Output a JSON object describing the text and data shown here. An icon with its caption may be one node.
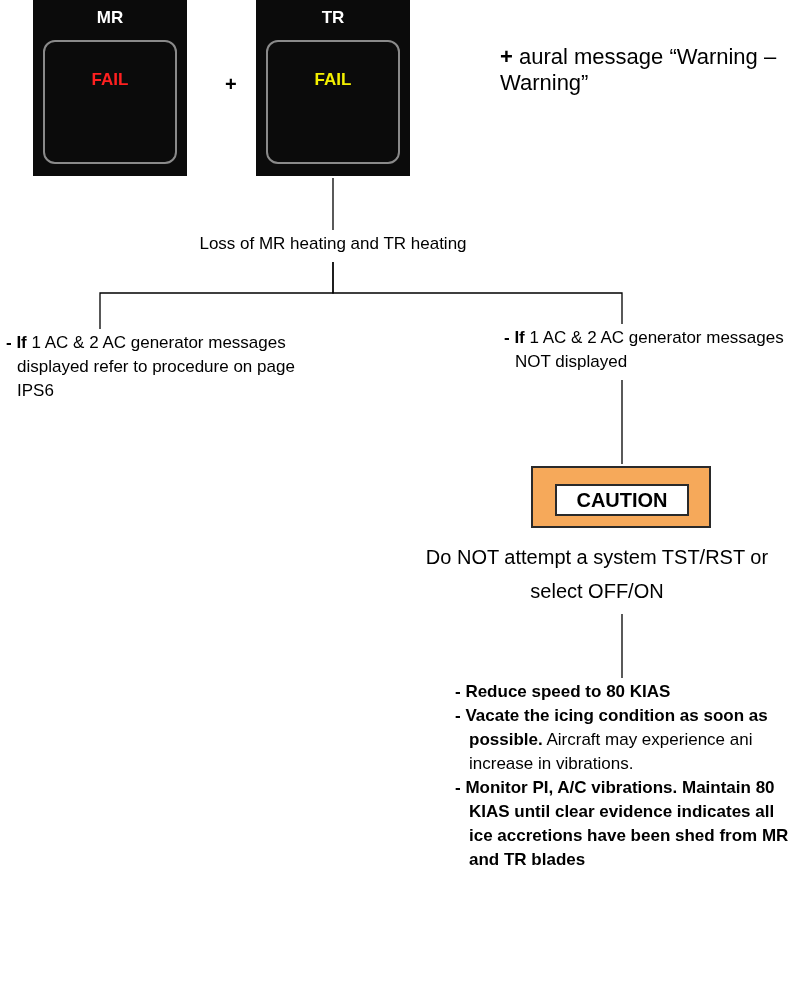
{
  "diagram": {
    "nodes": [
      {
        "text": [
          "MR",
          "FAIL"
        ]
      },
      {
        "text": [
          "TR",
          "FAIL"
        ]
      },
      {
        "text": [
          "Loss of MR heating and TR heating"
        ]
      },
      {
        "text": [
          "**- If** 1 AC & 2 AC generator messages displayed refer to procedure on page IPS6"
        ]
      },
      {
        "text": [
          "**- If** 1 AC & 2 AC generator messages NOT displayed"
        ]
      },
      {
        "text": [
          "CAUTION"
        ]
      },
      {
        "text": [
          "Do NOT attempt a system TST/RST or select OFF/ON"
        ]
      },
      {
        "text": [
          "- Reduce speed to 80 KIAS",
          "**- Vacate the icing condition as soon as possible.** Aircraft may experience ani increase in vibrations.",
          "- Monitor PI, A/C vibrations. Maintain 80 KIAS until clear evidence indicates all ice accretions have been shed from MR and TR blades"
        ]
      }
    ],
    "edges": [
      {
        "from": 1,
        "to": 2,
        "arrow": "none"
      },
      {
        "from": 2,
        "to": 3,
        "arrow": "none"
      },
      {
        "from": 2,
        "to": 4,
        "arrow": "none"
      },
      {
        "from": 4,
        "to": 5,
        "arrow": "none"
      },
      {
        "from": 6,
        "to": 7,
        "arrow": "none"
      }
    ],
    "labels": [
      "+",
      "**+** aural message “Warning – Warning”"
    ]
  }
}
